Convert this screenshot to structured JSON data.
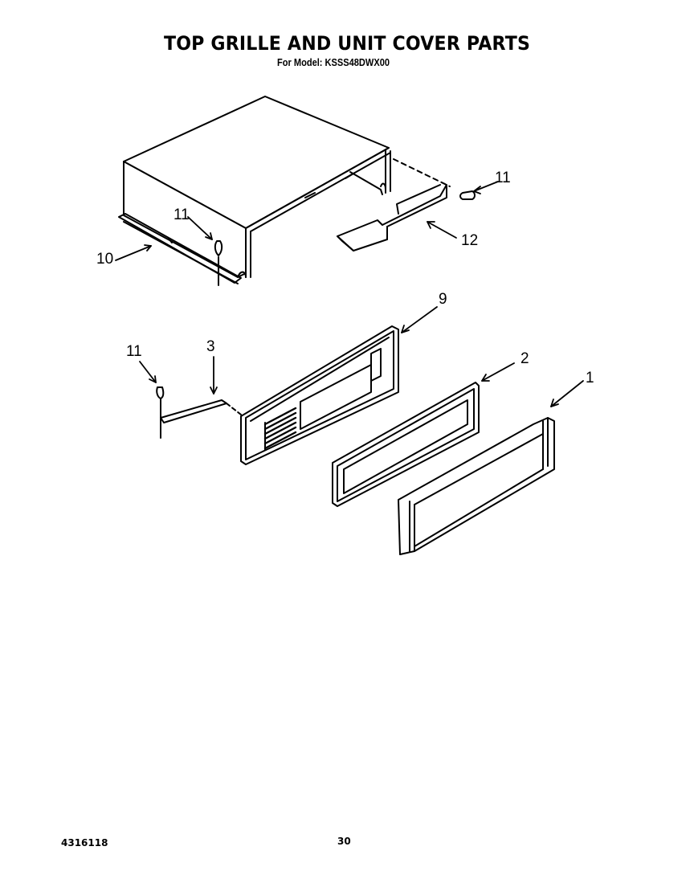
{
  "header": {
    "title": "TOP GRILLE AND UNIT COVER PARTS",
    "subtitle": "For Model: KSSS48DWX00"
  },
  "footer": {
    "document_number": "4316118",
    "page_number": "30"
  },
  "callouts": [
    {
      "id": "c11a",
      "label": "11",
      "part": "screw-right"
    },
    {
      "id": "c12",
      "label": "12",
      "part": "bracket"
    },
    {
      "id": "c11b",
      "label": "11",
      "part": "screw-cover"
    },
    {
      "id": "c10",
      "label": "10",
      "part": "unit-cover"
    },
    {
      "id": "c9",
      "label": "9",
      "part": "grille-panel"
    },
    {
      "id": "c3",
      "label": "3",
      "part": "rod"
    },
    {
      "id": "c11c",
      "label": "11",
      "part": "screw-left"
    },
    {
      "id": "c2",
      "label": "2",
      "part": "grille-frame"
    },
    {
      "id": "c1",
      "label": "1",
      "part": "grille-trim"
    }
  ]
}
